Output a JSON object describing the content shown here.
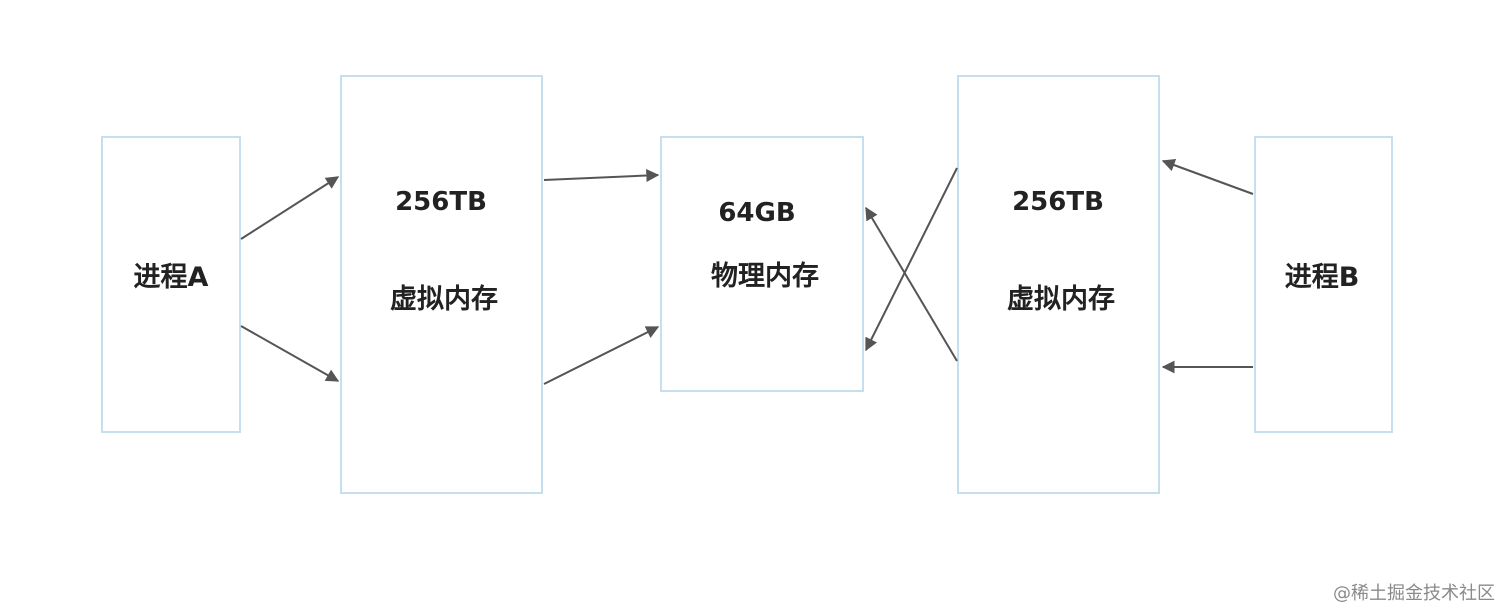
{
  "diagram": {
    "process_a": {
      "label": "进程A"
    },
    "virtual_memory_a": {
      "size": "256TB",
      "label": "虚拟内存"
    },
    "physical_memory": {
      "size": "64GB",
      "label": "物理内存"
    },
    "virtual_memory_b": {
      "size": "256TB",
      "label": "虚拟内存"
    },
    "process_b": {
      "label": "进程B"
    }
  },
  "watermark": "@稀土掘金技术社区",
  "colors": {
    "box_border": "#c5dfee",
    "arrow": "#555555",
    "text": "#222222"
  }
}
